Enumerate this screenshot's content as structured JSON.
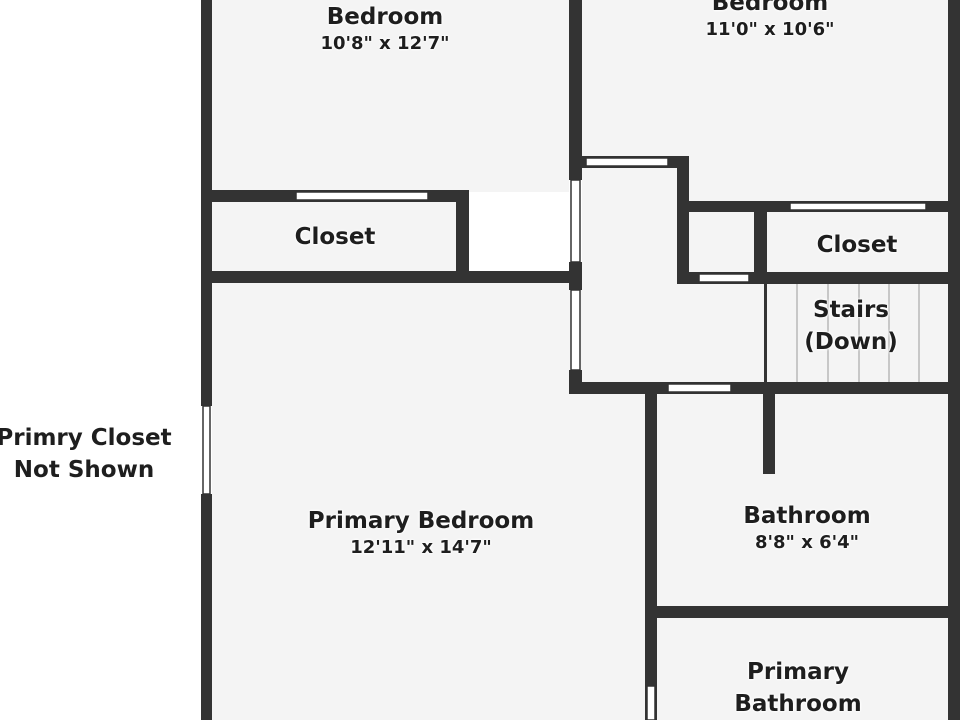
{
  "rooms": {
    "bedroom_left": {
      "name": "Bedroom",
      "dims": "10'8\" x 12'7\""
    },
    "bedroom_right": {
      "name": "Bedroom",
      "dims": "11'0\" x 10'6\""
    },
    "closet_left": {
      "name": "Closet"
    },
    "closet_right": {
      "name": "Closet"
    },
    "stairs": {
      "line1": "Stairs",
      "line2": "(Down)"
    },
    "primary_bedroom": {
      "name": "Primary Bedroom",
      "dims": "12'11\" x 14'7\""
    },
    "bathroom": {
      "name": "Bathroom",
      "dims": "8'8\" x 6'4\""
    },
    "primary_bathroom": {
      "line1": "Primary",
      "line2": "Bathroom"
    }
  },
  "notes": {
    "primary_closet": {
      "line1": "Primry Closet",
      "line2": "Not Shown"
    }
  },
  "colors": {
    "wall": "#333333",
    "floor": "#f4f4f4",
    "window": "#ffffff",
    "text": "#1e1e1e"
  }
}
